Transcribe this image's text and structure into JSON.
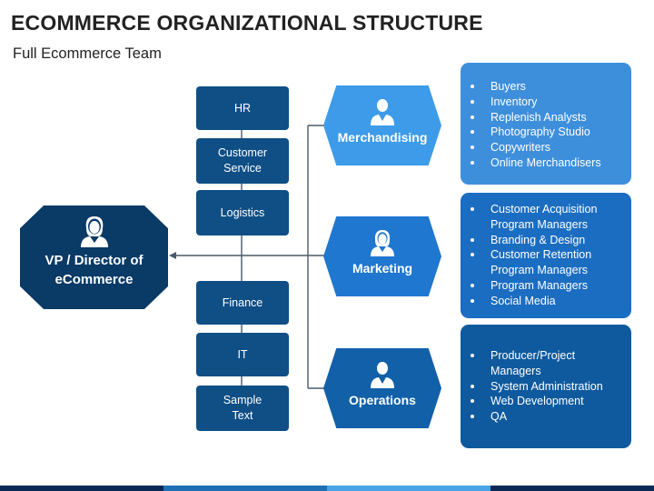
{
  "title": "ECOMMERCE ORGANIZATIONAL STRUCTURE",
  "subtitle": "Full Ecommerce Team",
  "vp": {
    "line1": "VP / Director of",
    "line2": "eCommerce"
  },
  "support_boxes": [
    {
      "lines": [
        "HR"
      ]
    },
    {
      "lines": [
        "Customer",
        "Service"
      ]
    },
    {
      "lines": [
        "Logistics"
      ]
    },
    {
      "lines": [
        "Finance"
      ]
    },
    {
      "lines": [
        "IT"
      ]
    },
    {
      "lines": [
        "Sample",
        "Text"
      ]
    }
  ],
  "departments": [
    {
      "label": "Merchandising",
      "color": "#3d9be9",
      "panel_color": "#3d8fdc",
      "items": [
        {
          "lines": [
            "Buyers"
          ]
        },
        {
          "lines": [
            "Inventory"
          ]
        },
        {
          "lines": [
            "Replenish Analysts"
          ]
        },
        {
          "lines": [
            "Photography Studio"
          ]
        },
        {
          "lines": [
            "Copywriters"
          ]
        },
        {
          "lines": [
            "Online Merchandisers"
          ]
        }
      ]
    },
    {
      "label": "Marketing",
      "color": "#1f77d0",
      "panel_color": "#1b6dc1",
      "items": [
        {
          "lines": [
            "Customer Acquisition",
            "Program Managers"
          ]
        },
        {
          "lines": [
            "Branding & Design"
          ]
        },
        {
          "lines": [
            "Customer Retention",
            "Program Managers"
          ]
        },
        {
          "lines": [
            "Program Managers"
          ]
        },
        {
          "lines": [
            "Social Media"
          ]
        }
      ]
    },
    {
      "label": "Operations",
      "color": "#1160a8",
      "panel_color": "#0f5a9e",
      "items": [
        {
          "lines": [
            "Producer/Project",
            "Managers"
          ]
        },
        {
          "lines": [
            "System Administration"
          ]
        },
        {
          "lines": [
            "Web Development"
          ]
        },
        {
          "lines": [
            "QA"
          ]
        }
      ]
    }
  ],
  "colors": {
    "dark_navy": "#0a3a66",
    "box_blue": "#0f4f86",
    "line_gray": "#4a5a6a"
  },
  "icons": {
    "person": "person-icon"
  }
}
